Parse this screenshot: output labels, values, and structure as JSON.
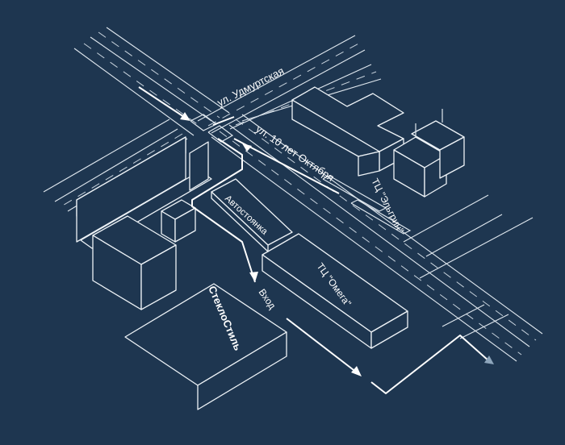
{
  "streets": {
    "udmurtskaya": "ул. Удмуртская",
    "oktyabrya": "ул. 10 лет Октября"
  },
  "places": {
    "omega": "ТЦ \"Омега\"",
    "elgrin": "ТЦ \"Эльгрин\"",
    "parking": "Автостоянка",
    "steklostil": "СтеклоСтиль",
    "entrance": "Вход"
  },
  "colors": {
    "background": "#1e3650",
    "lines": "#eef3f7"
  }
}
